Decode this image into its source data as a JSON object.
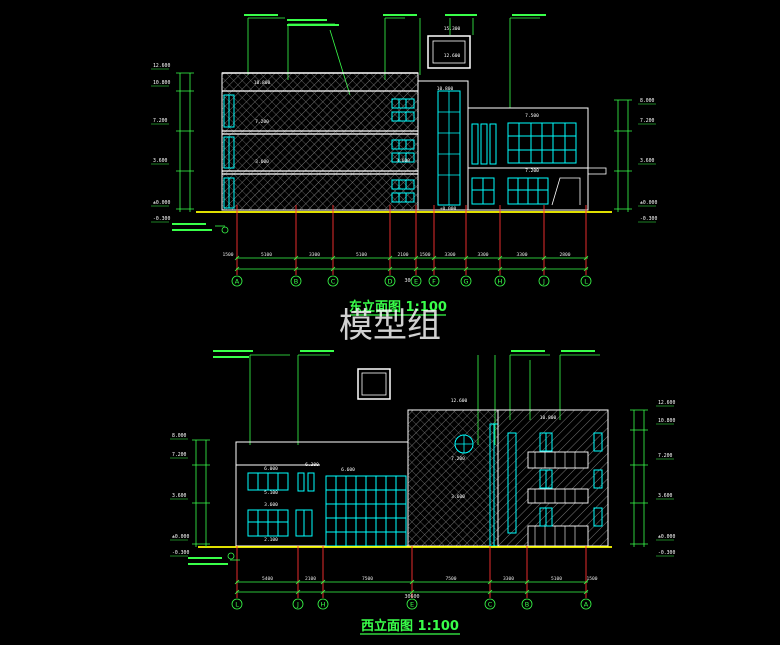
{
  "drawings": {
    "east": {
      "title": "东立面图 1:100",
      "axes": [
        "A",
        "B",
        "C",
        "D",
        "E",
        "F",
        "G",
        "H",
        "J",
        "L"
      ],
      "dimensions": [
        "1500",
        "5100",
        "3300",
        "5100",
        "2100",
        "1500",
        "3300",
        "3300",
        "3300",
        "2800"
      ],
      "total": "30600",
      "levels_left": [
        "12.600",
        "10.800",
        "7.200",
        "3.600",
        "±0.000",
        "-0.300"
      ],
      "levels_right": [
        "8.000",
        "7.200",
        "3.600",
        "±0.000",
        "-0.300"
      ],
      "inner_labels": [
        "10.800",
        "7.200",
        "3.600",
        "12.600",
        "15.300",
        "10.800",
        "7.500",
        "7.200",
        "3.600",
        "±0.000"
      ]
    },
    "west": {
      "title": "西立面图 1:100",
      "axes": [
        "L",
        "J",
        "H",
        "E",
        "C",
        "B",
        "A"
      ],
      "dimensions": [
        "5400",
        "2100",
        "7500",
        "7500",
        "3300",
        "5100",
        "1500"
      ],
      "total": "30600",
      "levels_left": [
        "8.000",
        "7.200",
        "3.600",
        "±0.000",
        "-0.300"
      ],
      "levels_right": [
        "12.600",
        "10.800",
        "7.200",
        "3.600",
        "±0.000",
        "-0.300"
      ],
      "inner_labels": [
        "6.000",
        "6.300",
        "6.600",
        "5.100",
        "3.600",
        "2.100",
        "12.600",
        "10.800",
        "7.200",
        "3.600"
      ]
    }
  },
  "watermark": "模型组",
  "colors": {
    "background": "#000000",
    "outline": "#ffffff",
    "window": "#00ffff",
    "hatch": "#bbbbbb",
    "annotation": "#39ff4a",
    "grade": "#ffff00",
    "axis_line": "#ff3030"
  }
}
